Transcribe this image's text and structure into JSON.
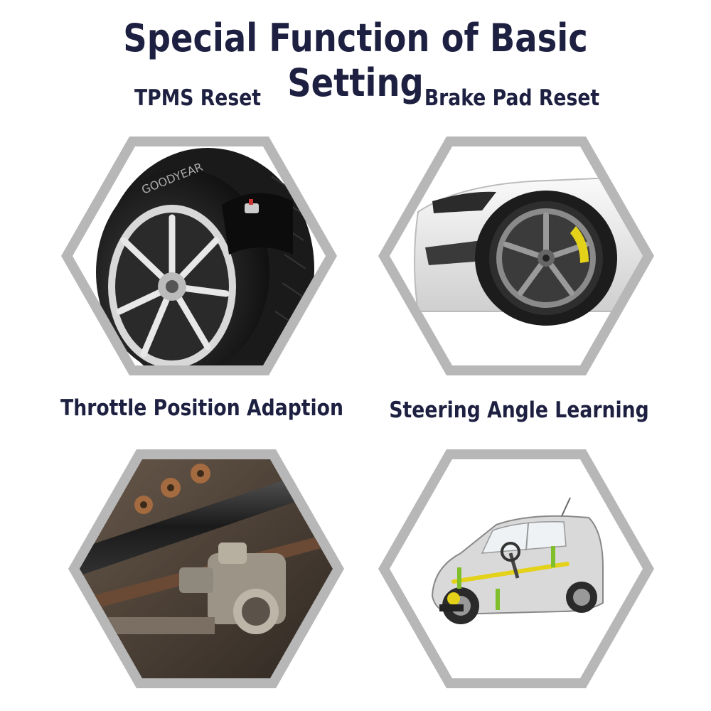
{
  "title": "Special Function of Basic Setting",
  "features": [
    {
      "label": "TPMS Reset",
      "icon": "tire-icon"
    },
    {
      "label": "Brake Pad Reset",
      "icon": "car-wheel-brake-icon"
    },
    {
      "label": "Throttle Position Adaption",
      "icon": "engine-throttle-icon"
    },
    {
      "label": "Steering Angle Learning",
      "icon": "car-steering-icon"
    }
  ],
  "colors": {
    "text": "#1d2040",
    "hex_border": "#b7b7b7",
    "caliper": "#e3d11a",
    "suspension": "#7fbf2a"
  }
}
